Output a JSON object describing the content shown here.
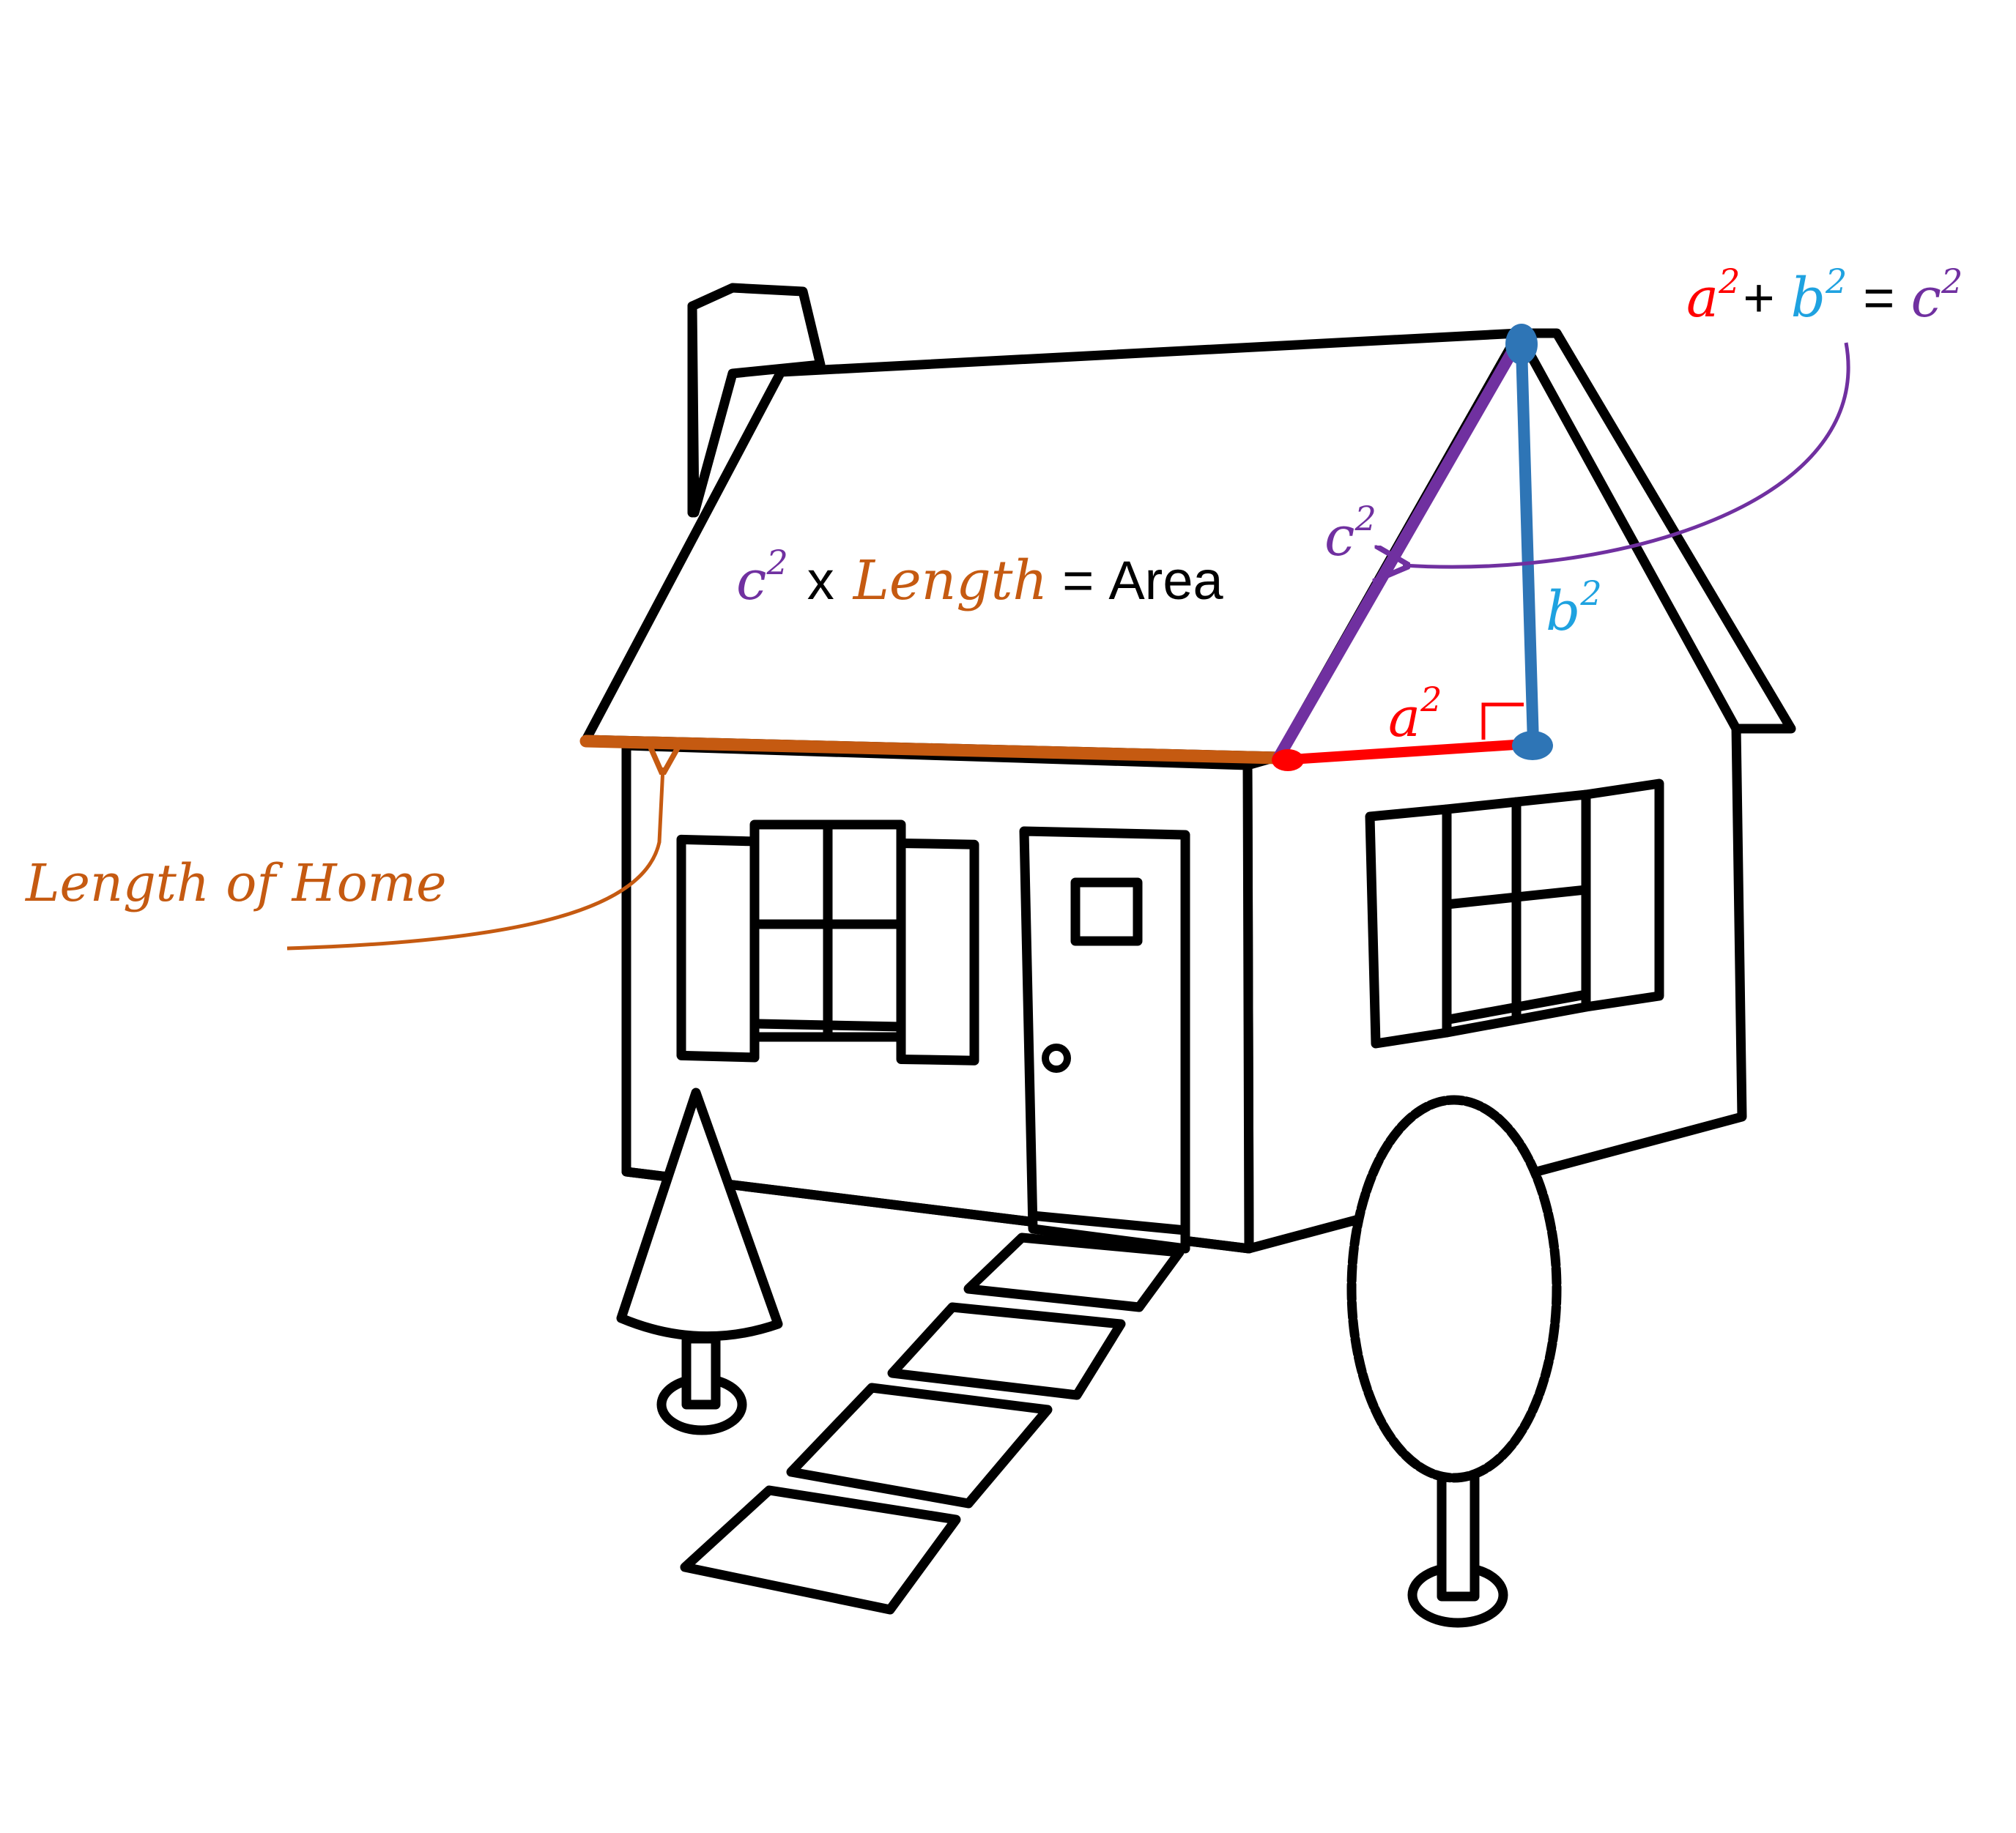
{
  "formula": {
    "a": "a",
    "b": "b",
    "c": "c",
    "exp": "2",
    "plus": "+",
    "equals": "="
  },
  "area_formula": {
    "c": "c",
    "exp": "2",
    "times": "x",
    "length": "Length",
    "equals": "=",
    "area": "Area"
  },
  "labels": {
    "hypotenuse_c": "c",
    "leg_b": "b",
    "leg_a": "a",
    "exp": "2",
    "length_of_home": "Length of Home"
  },
  "colors": {
    "a": "#ff0000",
    "b": "#1fa2e0",
    "b_line": "#2e75b6",
    "c": "#7030a0",
    "length": "#c55a11",
    "ink": "#000000"
  }
}
